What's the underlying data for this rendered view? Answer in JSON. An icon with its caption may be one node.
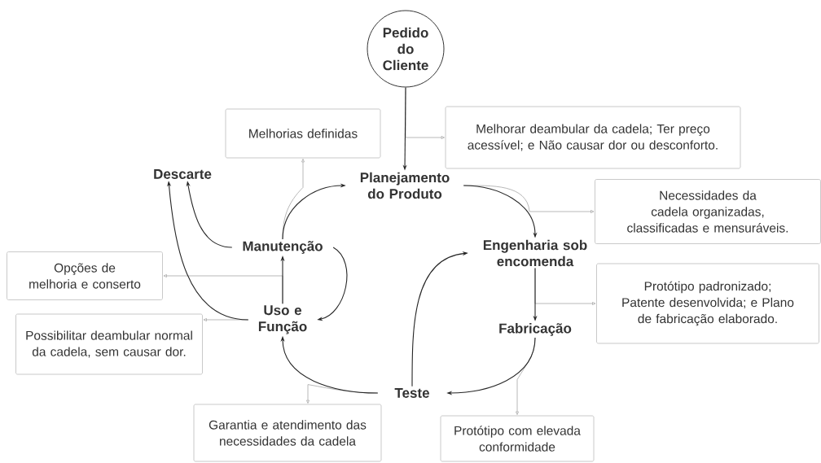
{
  "diagram": {
    "nodes": [
      {
        "text": [
          "Pedido do Cliente"
        ]
      },
      {
        "text": [
          "Planejamento do Produto"
        ]
      },
      {
        "text": [
          "Engenharia sob encomenda"
        ]
      },
      {
        "text": [
          "Fabricação"
        ]
      },
      {
        "text": [
          "Teste"
        ]
      },
      {
        "text": [
          "Uso e Função"
        ]
      },
      {
        "text": [
          "Manutenção"
        ]
      },
      {
        "text": [
          "Descarte"
        ]
      },
      {
        "text": [
          "Melhorias definidas"
        ]
      },
      {
        "text": [
          "Melhorar deambular da cadela; Ter preço acessível; e Não causar dor ou desconforto."
        ]
      },
      {
        "text": [
          "Necessidades da cadela organizadas, classificadas e mensuráveis."
        ]
      },
      {
        "text": [
          "Protótipo padronizado; Patente desenvolvida; e Plano de fabricação elaborado."
        ]
      },
      {
        "text": [
          "Protótipo com elevada conformidade"
        ]
      },
      {
        "text": [
          "Garantia e atendimento das necessidades da cadela"
        ]
      },
      {
        "text": [
          "Opções de melhoria e conserto"
        ]
      },
      {
        "text": [
          "Possibilitar deambular normal da cadela, sem causar dor."
        ]
      }
    ],
    "edges": [
      {
        "from": 0,
        "to": 1,
        "arrow": "to"
      },
      {
        "from": 0,
        "to": 9,
        "arrow": "to",
        "color": "#a6a6a6"
      },
      {
        "from": 1,
        "to": 2,
        "arrow": "to"
      },
      {
        "from": 1,
        "to": 10,
        "arrow": "to",
        "color": "#a6a6a6"
      },
      {
        "from": 2,
        "to": 3,
        "arrow": "to"
      },
      {
        "from": 2,
        "to": 11,
        "arrow": "to",
        "color": "#a6a6a6"
      },
      {
        "from": 3,
        "to": 4,
        "arrow": "to"
      },
      {
        "from": 3,
        "to": 12,
        "arrow": "to",
        "color": "#a6a6a6"
      },
      {
        "from": 4,
        "to": 2,
        "arrow": "to"
      },
      {
        "from": 4,
        "to": 5,
        "arrow": "to"
      },
      {
        "from": 4,
        "to": 13,
        "arrow": "to",
        "color": "#a6a6a6"
      },
      {
        "from": 5,
        "to": 6,
        "arrow": "to"
      },
      {
        "from": 5,
        "to": 14,
        "arrow": "to",
        "color": "#a6a6a6"
      },
      {
        "from": 5,
        "to": 7,
        "arrow": "to"
      },
      {
        "from": 5,
        "to": 15,
        "arrow": "to",
        "color": "#a6a6a6"
      },
      {
        "from": 6,
        "to": 1,
        "arrow": "to"
      },
      {
        "from": 6,
        "to": 8,
        "arrow": "to",
        "color": "#a6a6a6"
      },
      {
        "from": 6,
        "to": 7,
        "arrow": "to"
      },
      {
        "from": 6,
        "to": 5,
        "arrow": "to"
      }
    ]
  }
}
